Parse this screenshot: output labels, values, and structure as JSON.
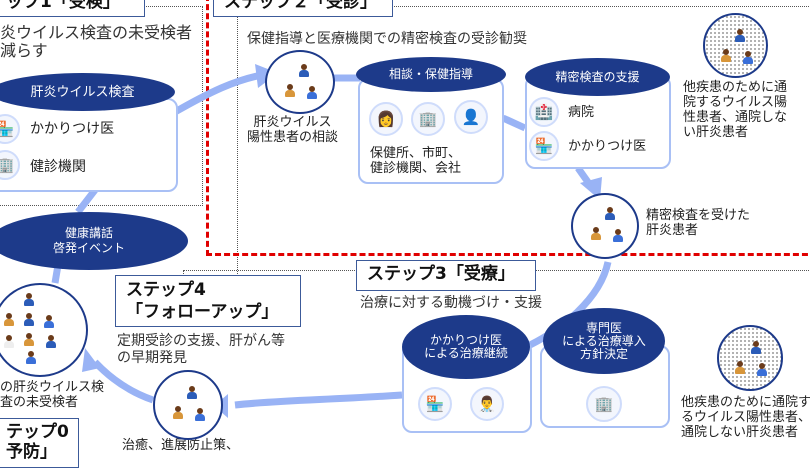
{
  "step1": {
    "title": "ップ1「受検」",
    "subtitle": [
      "炎ウイルス検査の未受検者",
      "減らす"
    ],
    "oval": "肝炎ウイルス検査",
    "items": [
      "かかりつけ医",
      "健診機関"
    ],
    "event_oval": "健康講話\n啓発イベント"
  },
  "step0": {
    "title": [
      "テップ0",
      "予防」"
    ],
    "group_label": [
      "の肝炎ウイルス検",
      "査の未受検者"
    ]
  },
  "step2": {
    "title": "ステップ２「受診」",
    "subtitle": "保健指導と医療機関での精密検査の受診勧奨",
    "consult_label": [
      "肝炎ウイルス",
      "陽性患者の相談"
    ],
    "guidance_oval": "相談・保健指導",
    "guidance_text": [
      "保健所、市町、",
      "健診機関、会社"
    ],
    "exam_oval": "精密検査の支援",
    "exam_items": [
      "病院",
      "かかりつけ医"
    ],
    "examined_label": [
      "精密検査を受けた",
      "肝炎患者"
    ],
    "other_label": [
      "他疾患のために通",
      "院するウイルス陽",
      "性患者、通院しな",
      "い肝炎患者"
    ]
  },
  "step3": {
    "title": "ステップ3「受療」",
    "subtitle": "治療に対する動機づけ・支援",
    "gp_oval": "かかりつけ医\nによる治療継続",
    "spec_oval": "専門医\nによる治療導入\n方針決定",
    "other_label": [
      "他疾患のために通院す",
      "るウイルス陽性患者、",
      "通院しない肝炎患者"
    ]
  },
  "step4": {
    "title": [
      "ステップ4",
      "「フォローアップ」"
    ],
    "subtitle": [
      "定期受診の支援、肝がん等",
      "の早期発見"
    ],
    "result_label": "治癒、進展防止策、"
  },
  "colors": {
    "navy": "#1d3a8a",
    "arrow": "#99b3f5",
    "red_border": "#e00000"
  }
}
